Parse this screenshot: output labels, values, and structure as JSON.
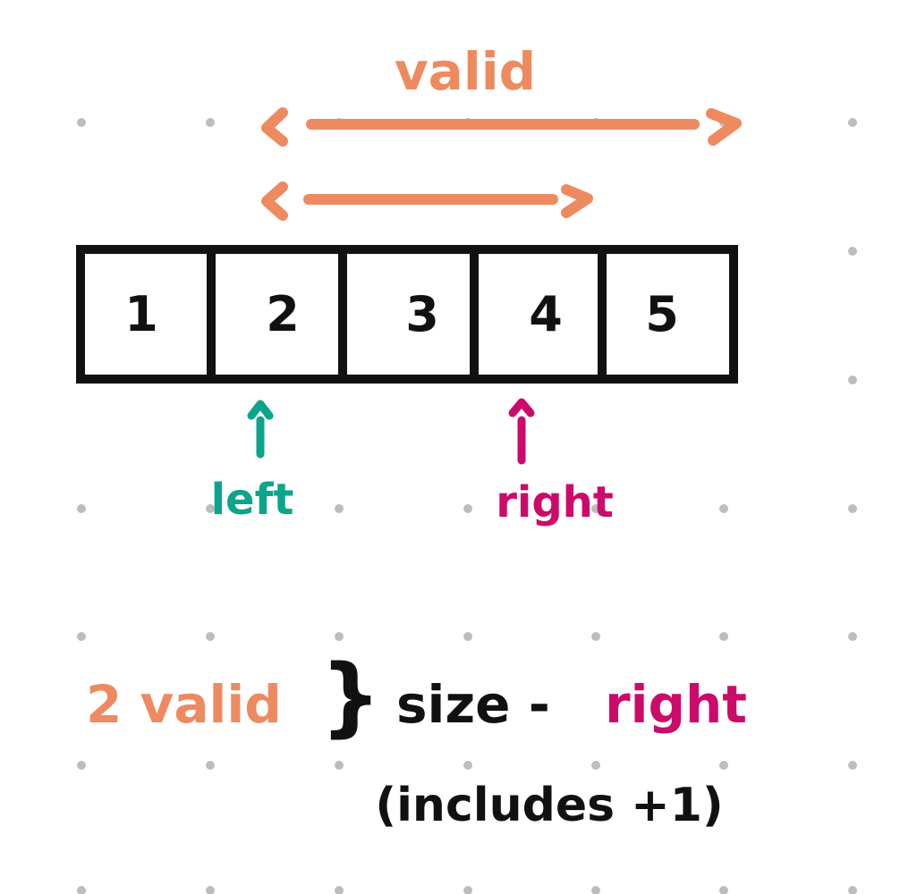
{
  "colors": {
    "orange": "#EE8A60",
    "teal": "#0BA58C",
    "magenta": "#CC0A6A",
    "ink": "#111111",
    "dot": "#BDBDBD",
    "background": "#FFFFFF"
  },
  "top_label": "valid",
  "array": {
    "cells": [
      "1",
      "2",
      "3",
      "4",
      "5"
    ]
  },
  "pointers": {
    "left": {
      "label": "left",
      "cell_index": 1
    },
    "right": {
      "label": "right",
      "cell_index": 3
    }
  },
  "formula": {
    "count_text": "2 valid",
    "brace_glyph": "}",
    "expression_prefix": "size -",
    "expression_var": "right",
    "note": "(includes +1)"
  }
}
